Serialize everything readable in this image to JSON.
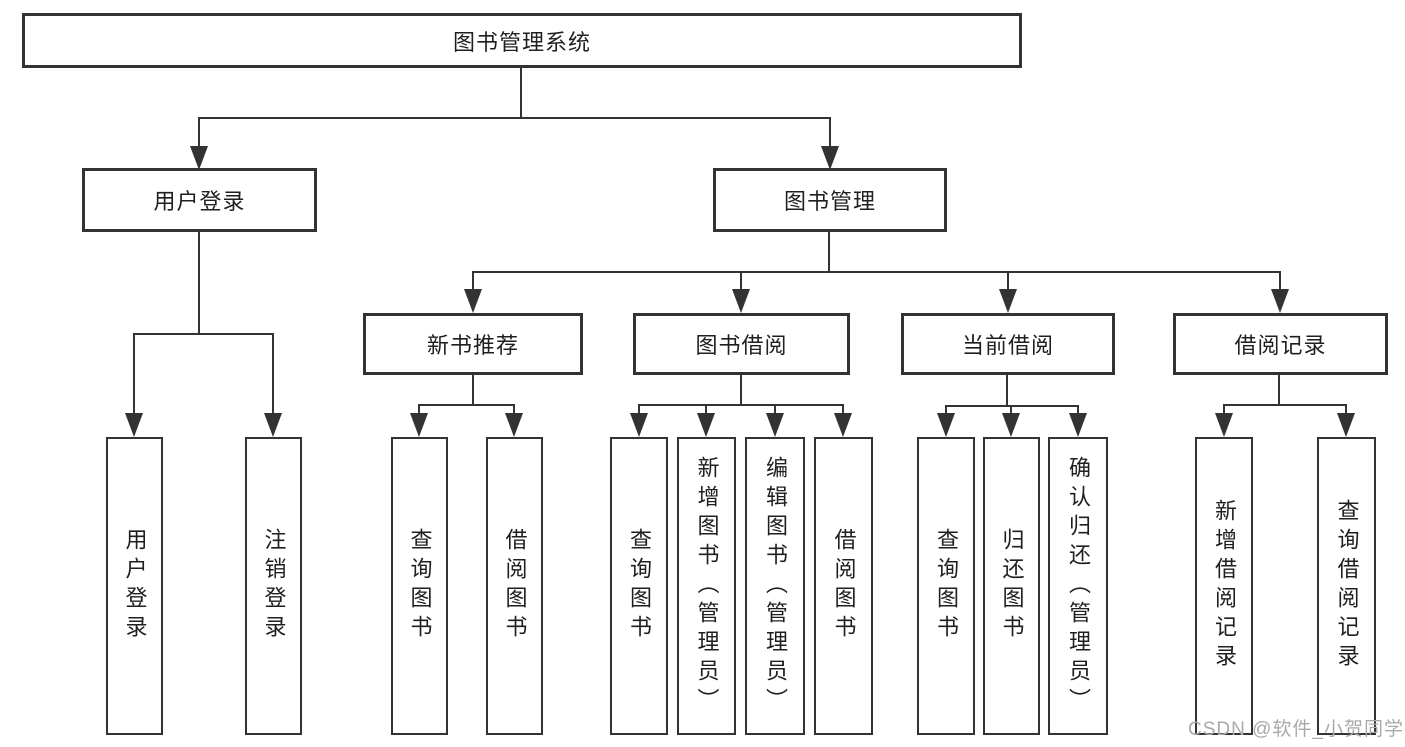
{
  "nodes": {
    "root": "图书管理系统",
    "user_login": "用户登录",
    "book_management": "图书管理",
    "new_book_rec": "新书推荐",
    "book_borrow": "图书借阅",
    "current_borrow": "当前借阅",
    "borrow_records": "借阅记录",
    "leaves": {
      "user_login": [
        "用户登录",
        "注销登录"
      ],
      "new_book_rec": [
        "查询图书",
        "借阅图书"
      ],
      "book_borrow": [
        "查询图书",
        "新增图书（管理员）",
        "编辑图书（管理员）",
        "借阅图书"
      ],
      "current_borrow": [
        "查询图书",
        "归还图书",
        "确认归还（管理员）"
      ],
      "borrow_records": [
        "新增借阅记录",
        "查询借阅记录"
      ]
    }
  },
  "watermark": "CSDN @软件_小贺同学",
  "colors": {
    "line": "#333333",
    "text": "#1f1f1f",
    "background": "#ffffff",
    "watermark": "#a9a9a9"
  }
}
